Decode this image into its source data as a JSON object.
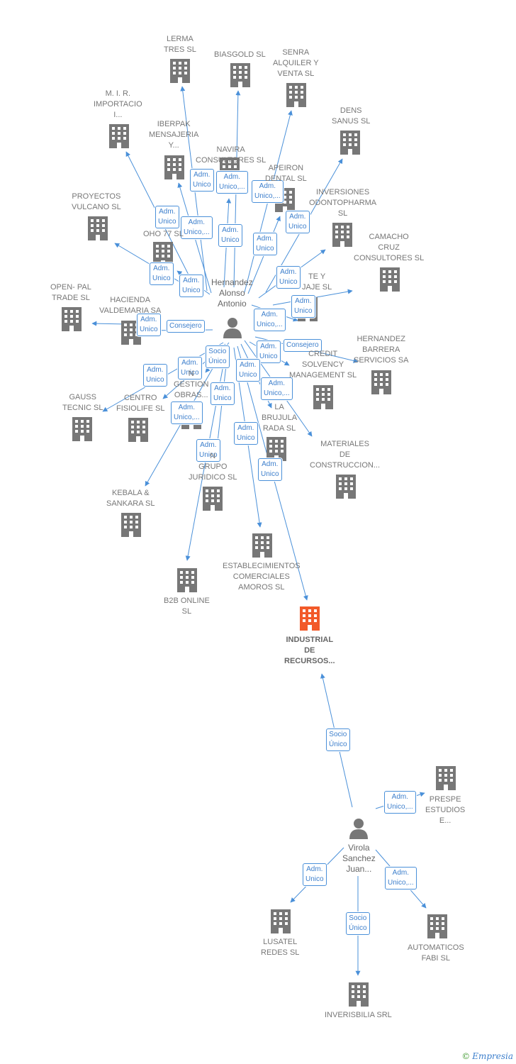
{
  "colors": {
    "edge": "#4a90d9",
    "building": "#777777",
    "building_main": "#f25a29",
    "person": "#777777"
  },
  "persons": [
    {
      "id": "p1",
      "label": "Hernandez\nAlonso\nAntonio"
    },
    {
      "id": "p2",
      "label": "Virola\nSanchez\nJuan..."
    }
  ],
  "companies": [
    {
      "id": "lerma",
      "label": "LERMA\nTRES SL"
    },
    {
      "id": "biasgold",
      "label": "BIASGOLD SL"
    },
    {
      "id": "senra",
      "label": "SENRA\nALQUILER Y\nVENTA SL"
    },
    {
      "id": "mir",
      "label": "M. I. R.\nIMPORTACIO\nI..."
    },
    {
      "id": "dens",
      "label": "DENS\nSANUS SL"
    },
    {
      "id": "iberpak",
      "label": "IBERPAK\nMENSAJERIA\nY..."
    },
    {
      "id": "navira",
      "label": "NAVIRA\nCONSULTORES SL"
    },
    {
      "id": "apeiron",
      "label": "APEIRON\nDENTAL SL"
    },
    {
      "id": "inversiones",
      "label": "INVERSIONES\nODONTOPHARMA\nSL"
    },
    {
      "id": "proyectos",
      "label": "PROYECTOS\nVULCANO SL"
    },
    {
      "id": "oho77",
      "label": "OHO 77 SL"
    },
    {
      "id": "camacho",
      "label": "CAMACHO\nCRUZ\nCONSULTORES SL"
    },
    {
      "id": "transporte",
      "label": "TE Y\nJAJE SL"
    },
    {
      "id": "openpal",
      "label": "OPEN- PAL\nTRADE SL"
    },
    {
      "id": "hacienda",
      "label": "HACIENDA\nVALDEMARIA SA"
    },
    {
      "id": "hernandezb",
      "label": "HERNANDEZ\nBARRERA\nSERVICIOS SA"
    },
    {
      "id": "credit",
      "label": "CREDIT\nSOLVENCY\nMANAGEMENT SL"
    },
    {
      "id": "gestion",
      "label": "N\nGESTION\nOBRAS..."
    },
    {
      "id": "gauss",
      "label": "GAUSS\nTECNIC SL"
    },
    {
      "id": "fisiolife",
      "label": "CENTRO\nFISIOLIFE SL"
    },
    {
      "id": "brujula",
      "label": "LA\nBRUJULA\nRADA SL"
    },
    {
      "id": "materiales",
      "label": "MATERIALES\nDE\nCONSTRUCCION..."
    },
    {
      "id": "juridico",
      "label": "N\nGRUPO\nJURIDICO SL"
    },
    {
      "id": "kebala",
      "label": "KEBALA &\nSANKARA SL"
    },
    {
      "id": "establecimientos",
      "label": "ESTABLECIMIENTOS\nCOMERCIALES\nAMOROS SL"
    },
    {
      "id": "b2b",
      "label": "B2B ONLINE\nSL"
    },
    {
      "id": "industrial",
      "label": "INDUSTRIAL\nDE\nRECURSOS...",
      "main": true
    },
    {
      "id": "prespe",
      "label": "PRESPE\nESTUDIOS\nE..."
    },
    {
      "id": "lusatel",
      "label": "LUSATEL\nREDES SL"
    },
    {
      "id": "automaticos",
      "label": "AUTOMATICOS\nFABI SL"
    },
    {
      "id": "inverisbilia",
      "label": "INVERISBILIA SRL"
    }
  ],
  "edges": [
    {
      "from": "p1",
      "to": "lerma",
      "label": "Adm.\nUnico"
    },
    {
      "from": "p1",
      "to": "biasgold",
      "label": "Adm.\nUnico,..."
    },
    {
      "from": "p1",
      "to": "senra",
      "label": "Adm.\nUnico,..."
    },
    {
      "from": "p1",
      "to": "mir",
      "label": "Adm.\nUnico"
    },
    {
      "from": "p1",
      "to": "dens",
      "label": "Adm.\nUnico"
    },
    {
      "from": "p1",
      "to": "iberpak",
      "label": "Adm.\nUnico,..."
    },
    {
      "from": "p1",
      "to": "navira",
      "label": "Adm.\nUnico"
    },
    {
      "from": "p1",
      "to": "apeiron",
      "label": "Adm.\nUnico"
    },
    {
      "from": "p1",
      "to": "inversiones",
      "label": "Adm.\nUnico"
    },
    {
      "from": "p1",
      "to": "proyectos",
      "label": "Adm.\nUnico"
    },
    {
      "from": "p1",
      "to": "oho77",
      "label": "Adm.\nUnico"
    },
    {
      "from": "p1",
      "to": "camacho",
      "label": "Adm.\nUnico"
    },
    {
      "from": "p1",
      "to": "transporte",
      "label": "Adm.\nUnico,..."
    },
    {
      "from": "p1",
      "to": "openpal",
      "label": "Adm.\nUnico"
    },
    {
      "from": "p1",
      "to": "hacienda",
      "label": "Consejero"
    },
    {
      "from": "p1",
      "to": "hernandezb",
      "label": "Consejero"
    },
    {
      "from": "p1",
      "to": "credit",
      "label": "Adm.\nUnico"
    },
    {
      "from": "p1",
      "to": "gestion",
      "label": "Socio\nÚnico"
    },
    {
      "from": "p1",
      "to": "gauss",
      "label": "Adm.\nUnico"
    },
    {
      "from": "p1",
      "to": "fisiolife",
      "label": "Adm.\nUnico"
    },
    {
      "from": "p1",
      "to": "brujula",
      "label": "Adm.\nUnico"
    },
    {
      "from": "p1",
      "to": "materiales",
      "label": "Adm.\nUnico,..."
    },
    {
      "from": "p1",
      "to": "juridico",
      "label": "Adm.\nUnico"
    },
    {
      "from": "p1",
      "to": "kebala",
      "label": "Adm.\nUnico,..."
    },
    {
      "from": "p1",
      "to": "establecimientos",
      "label": "Adm.\nUnico"
    },
    {
      "from": "p1",
      "to": "b2b",
      "label": "Adm.\nUnico"
    },
    {
      "from": "p1",
      "to": "industrial",
      "label": "Adm.\nUnico"
    },
    {
      "from": "p2",
      "to": "industrial",
      "label": "Socio\nÚnico"
    },
    {
      "from": "p2",
      "to": "prespe",
      "label": "Adm.\nUnico,..."
    },
    {
      "from": "p2",
      "to": "lusatel",
      "label": "Adm.\nUnico"
    },
    {
      "from": "p2",
      "to": "automaticos",
      "label": "Adm.\nUnico,..."
    },
    {
      "from": "p2",
      "to": "inverisbilia",
      "label": "Socio\nÚnico"
    }
  ],
  "brand": {
    "copyright": "©",
    "name": "Empresia"
  }
}
